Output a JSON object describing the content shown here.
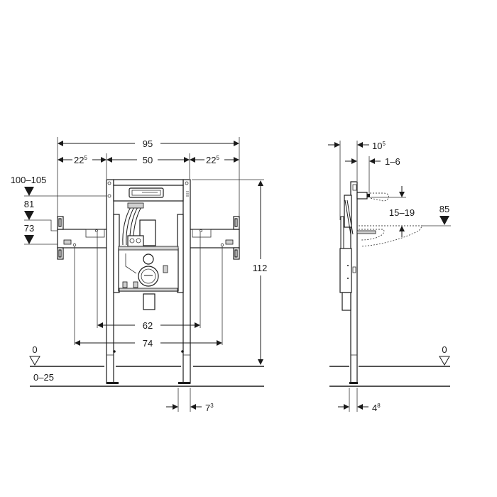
{
  "front_view": {
    "dim_total_width": "95",
    "dim_left_bracket": {
      "base": "22",
      "sup": "5"
    },
    "dim_frame_width": "50",
    "dim_right_bracket": {
      "base": "22",
      "sup": "5"
    },
    "dim_height": "112",
    "dim_fix_inner": "62",
    "dim_fix_outer": "74",
    "dim_foot": {
      "base": "7",
      "sup": "3"
    },
    "level_top": "100–105",
    "level_81": "81",
    "level_73": "73",
    "level_floor": "0",
    "level_floor_range": "0–25"
  },
  "side_view": {
    "dim_depth": {
      "base": "10",
      "sup": "5"
    },
    "dim_offset": "1–6",
    "dim_rim_range": "15–19",
    "level_rim": "85",
    "level_floor": "0",
    "dim_foot": {
      "base": "4",
      "sup": "8"
    }
  },
  "colors": {
    "line": "#1a1a1a",
    "background": "#ffffff",
    "fill_grey": "#cfcfcf"
  }
}
